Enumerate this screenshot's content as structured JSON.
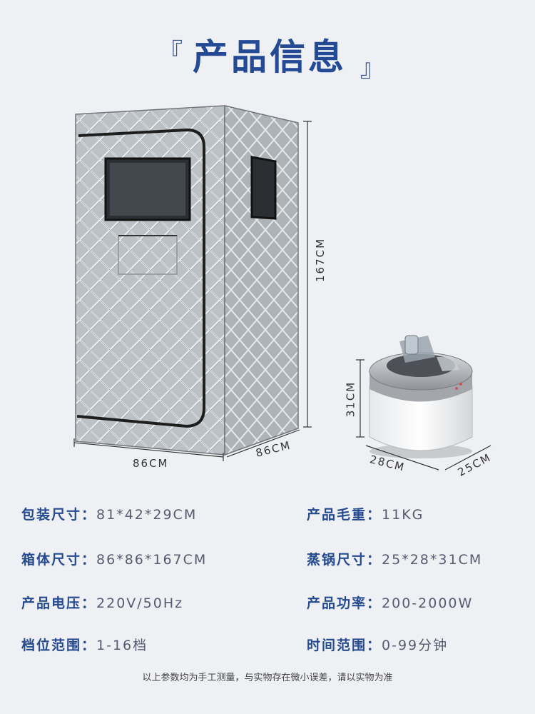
{
  "header": {
    "title": "产品信息",
    "bracket_left": "『",
    "bracket_right": "』"
  },
  "dimensions": {
    "tent_width": "86CM",
    "tent_depth": "86CM",
    "tent_height": "167CM",
    "steamer_height": "31CM",
    "steamer_width": "28CM",
    "steamer_depth": "25CM"
  },
  "specs": [
    {
      "key": "包装尺寸：",
      "value": "81*42*29CM"
    },
    {
      "key": "产品毛重：",
      "value": "11KG"
    },
    {
      "key": "箱体尺寸：",
      "value": "86*86*167CM"
    },
    {
      "key": "蒸锅尺寸：",
      "value": "25*28*31CM"
    },
    {
      "key": "产品电压：",
      "value": "220V/50Hz"
    },
    {
      "key": "产品功率：",
      "value": "200-2000W"
    },
    {
      "key": "档位范围：",
      "value": "1-16档"
    },
    {
      "key": "时间范围：",
      "value": "0-99分钟"
    }
  ],
  "footnote": "以上参数均为手工测量，与实物存在微小误差，请以实物为准",
  "colors": {
    "accent": "#244a96",
    "value_text": "#555c70",
    "background": "#eef0f3",
    "tent_silver": "#b8bdc2",
    "zipper": "#1e1e1e"
  }
}
